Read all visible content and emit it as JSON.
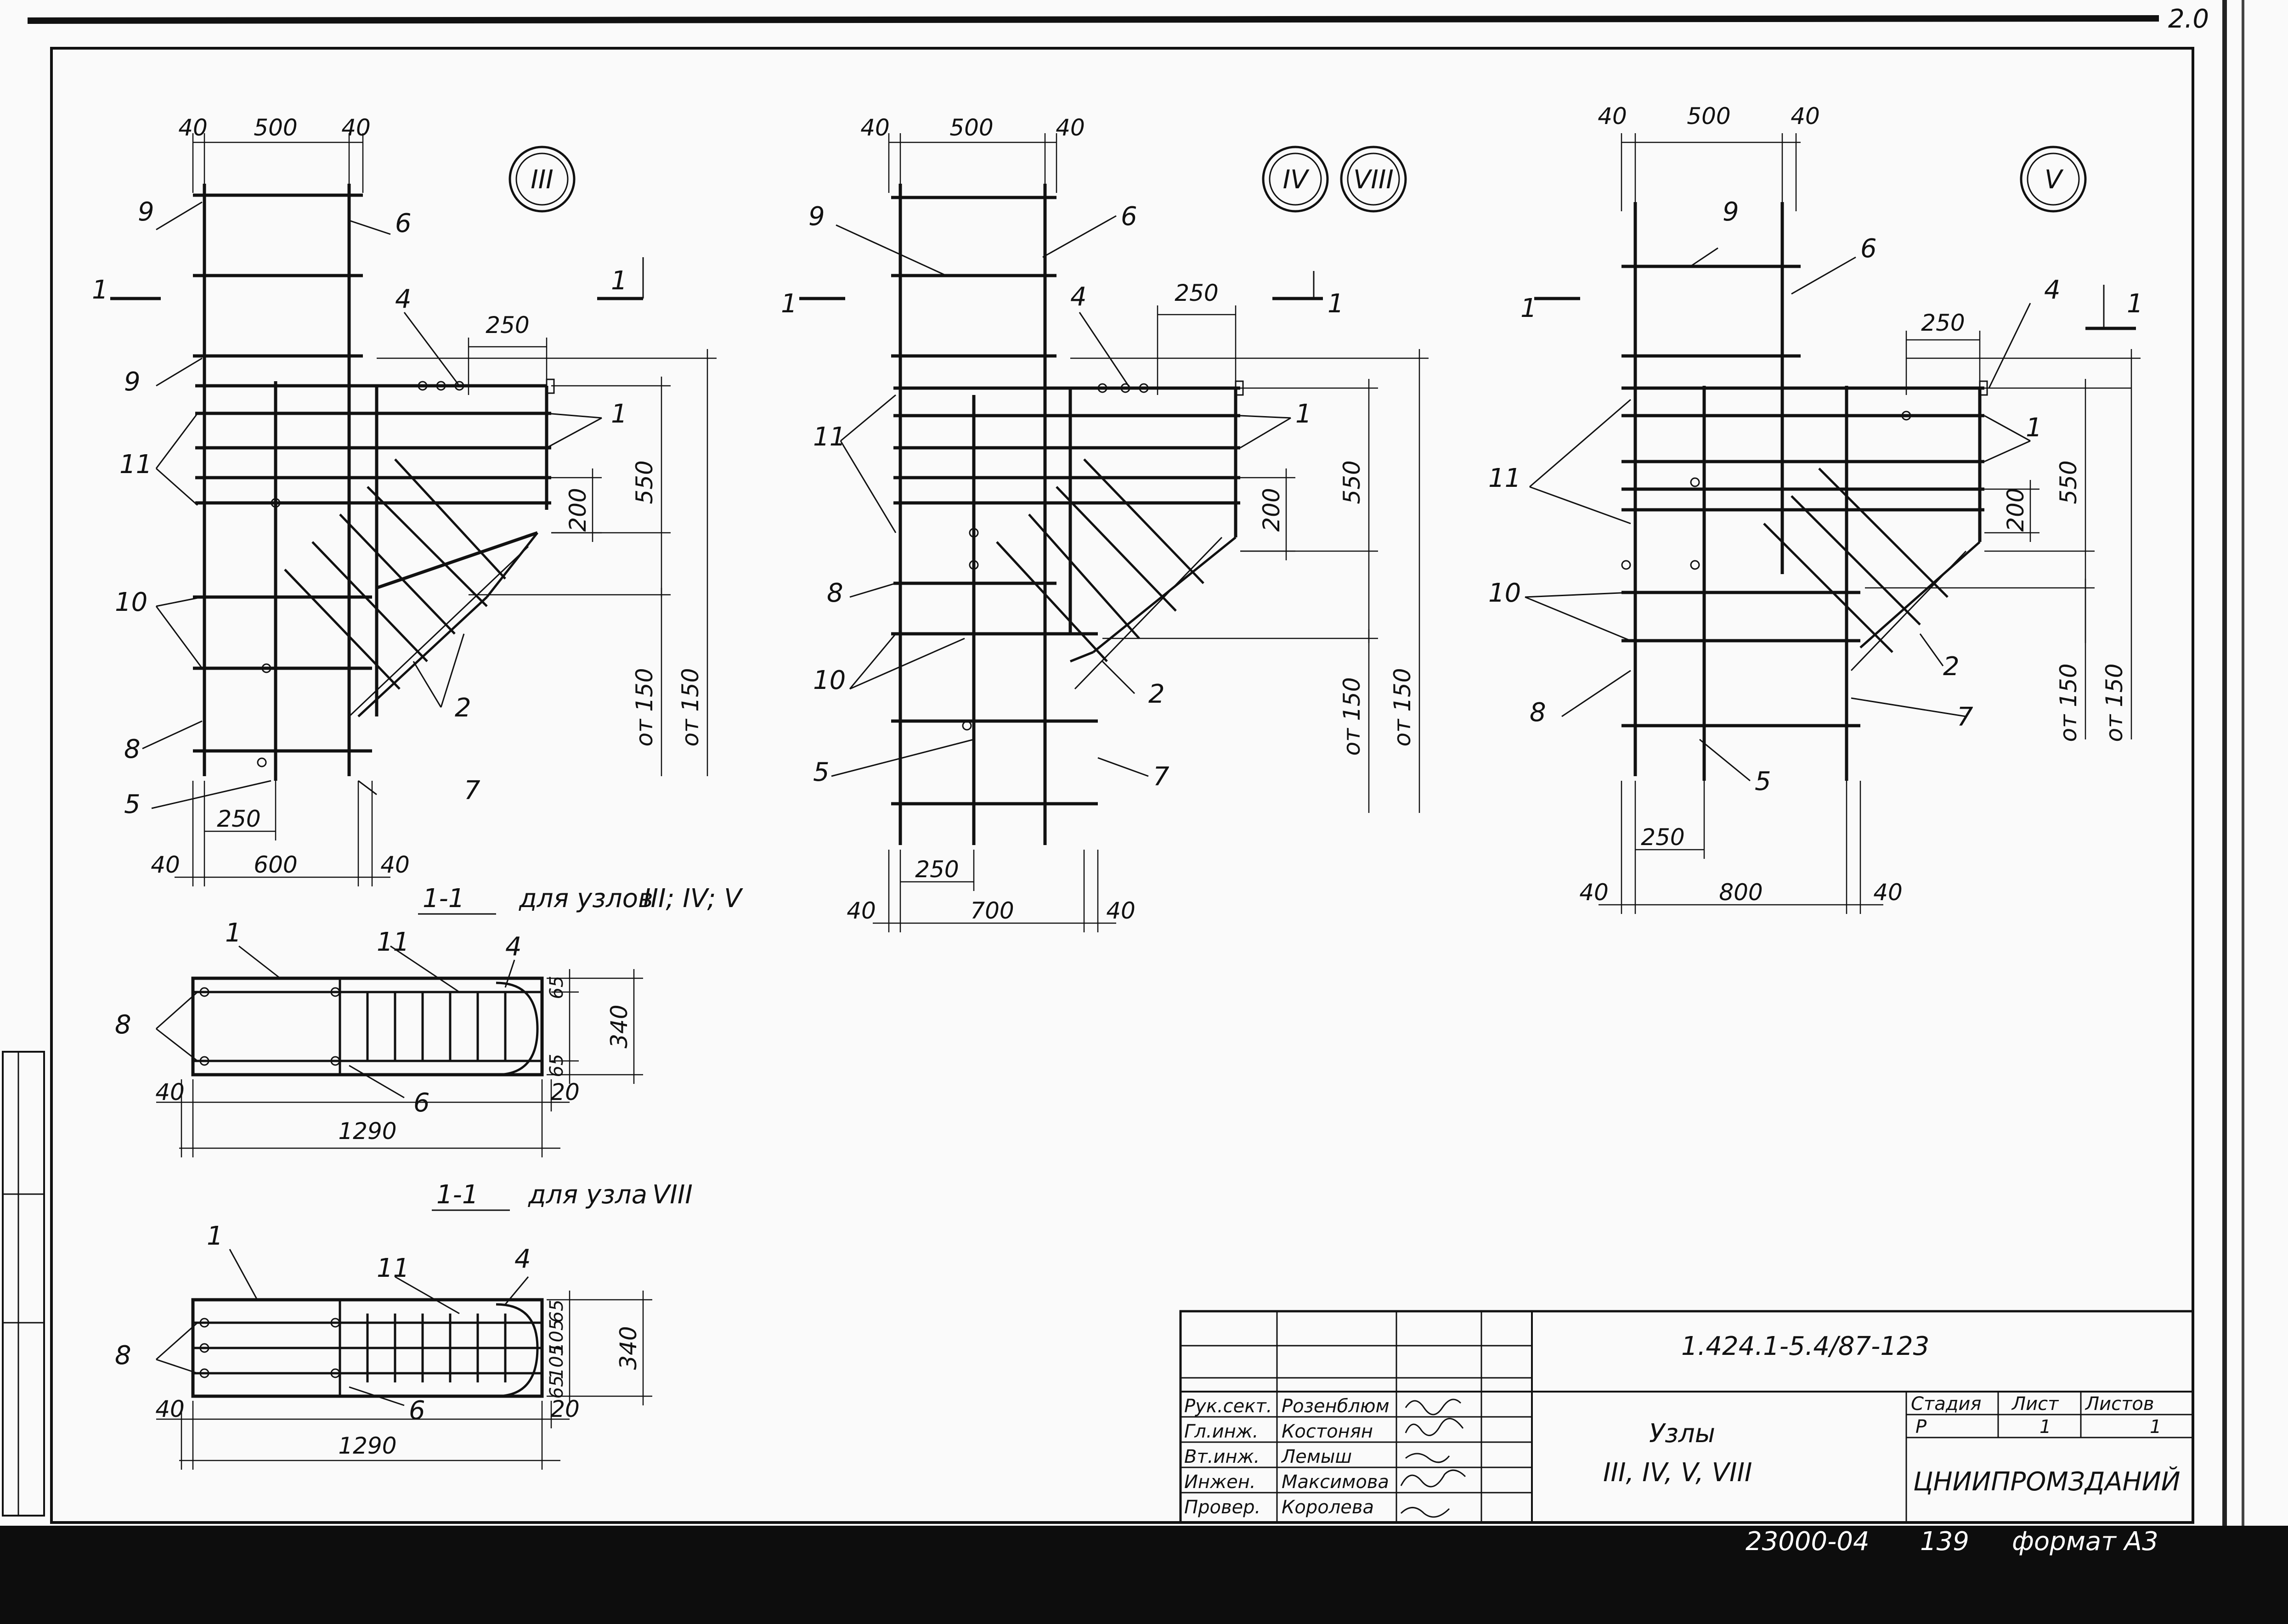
{
  "sheet_code": "1.424.1-5.4/87-123",
  "title": {
    "line1": "Узлы",
    "line2": "III, IV, V, VIII"
  },
  "organization": "ЦНИИПРОМЗДАНИЙ",
  "stage": {
    "label": "Стадия",
    "value": "Р"
  },
  "sheet": {
    "label": "Лист",
    "value": "1"
  },
  "sheets": {
    "label": "Листов",
    "value": "1"
  },
  "staff": [
    {
      "role": "Рук.сект.",
      "name": "Розенблюм"
    },
    {
      "role": "Гл.инж.",
      "name": "Костонян"
    },
    {
      "role": "Вт.инж.",
      "name": "Лемыш"
    },
    {
      "role": "Инжен.",
      "name": "Максимова"
    },
    {
      "role": "Провер.",
      "name": "Королева"
    }
  ],
  "inventory": "23000-04",
  "page_number": "139",
  "format": "формат А3",
  "corner_mark": "2.0",
  "views": {
    "node3": {
      "badges": [
        "III"
      ],
      "top_dims": [
        "40",
        "500",
        "40"
      ],
      "bottom_dims": [
        "250",
        "40",
        "600",
        "40"
      ],
      "side_dims": [
        "250",
        "550",
        "200",
        "от 150",
        "от 150"
      ],
      "labels": [
        "9",
        "6",
        "9",
        "4",
        "1",
        "11",
        "10",
        "8",
        "5",
        "7",
        "2"
      ],
      "section": [
        "1",
        "1"
      ]
    },
    "node4": {
      "badges": [
        "IV",
        "VIII"
      ],
      "top_dims": [
        "40",
        "500",
        "40"
      ],
      "bottom_dims": [
        "250",
        "40",
        "700",
        "40"
      ],
      "side_dims": [
        "250",
        "550",
        "200",
        "от 150",
        "от 150"
      ],
      "labels": [
        "9",
        "6",
        "4",
        "1",
        "11",
        "8",
        "10",
        "5",
        "2",
        "7"
      ],
      "section": [
        "1",
        "1"
      ]
    },
    "node5": {
      "badges": [
        "V"
      ],
      "top_dims": [
        "40",
        "500",
        "40"
      ],
      "bottom_dims": [
        "250",
        "40",
        "800",
        "40"
      ],
      "side_dims": [
        "250",
        "550",
        "200",
        "от 150",
        "от 150"
      ],
      "labels": [
        "9",
        "6",
        "4",
        "1",
        "11",
        "10",
        "8",
        "5",
        "2",
        "7"
      ],
      "section": [
        "1",
        "1"
      ]
    }
  },
  "sections": [
    {
      "title_mark": "1-1",
      "title_text": "для узлов",
      "title_nodes": "III; IV; V",
      "labels": [
        "1",
        "11",
        "4",
        "8",
        "6"
      ],
      "dims": [
        "40",
        "1290",
        "20",
        "65",
        "340",
        "65"
      ]
    },
    {
      "title_mark": "1-1",
      "title_text": "для узла",
      "title_nodes": "VIII",
      "labels": [
        "1",
        "11",
        "4",
        "8",
        "6"
      ],
      "dims": [
        "40",
        "1290",
        "20",
        "65",
        "105",
        "105",
        "65",
        "340"
      ]
    }
  ]
}
